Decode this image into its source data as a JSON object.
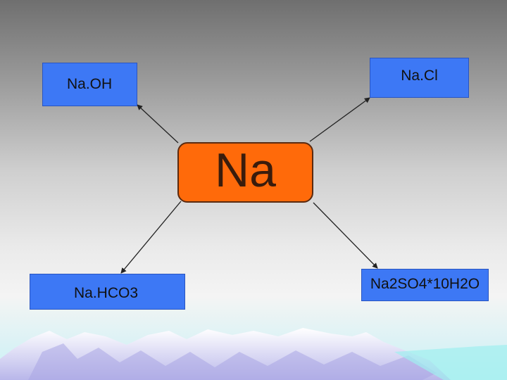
{
  "center": {
    "label": "Na",
    "color": "#ff6a0a"
  },
  "nodes": {
    "top_left": {
      "label": "Na.OH"
    },
    "top_right": {
      "label": "Na.Cl"
    },
    "bottom_left": {
      "label": "Na.HCO3"
    },
    "bottom_right": {
      "label": "Na2SO4*10H2O"
    }
  },
  "colors": {
    "box_blue": "#3d78f5",
    "arrow": "#222222"
  }
}
